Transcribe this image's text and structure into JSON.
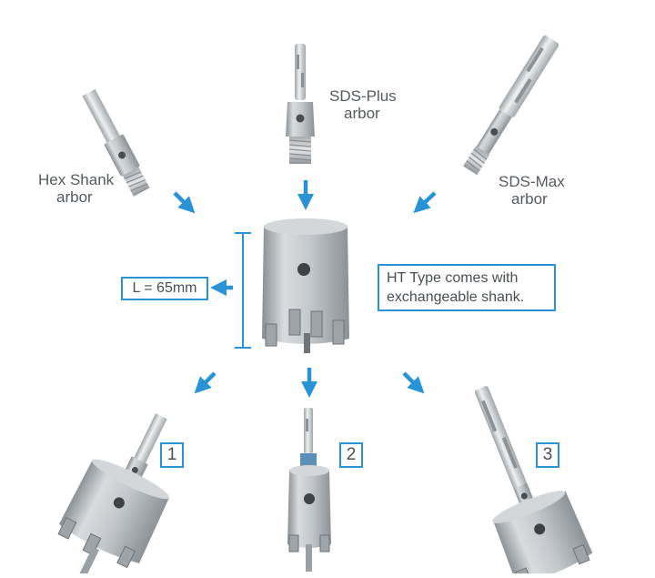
{
  "labels": {
    "sds_plus": [
      "SDS-Plus",
      "arbor"
    ],
    "hex_shank": [
      "Hex Shank",
      "arbor"
    ],
    "sds_max": [
      "SDS-Max",
      "arbor"
    ]
  },
  "length_label": "L = 65mm",
  "ht_note": [
    "HT Type comes with",
    "exchangeable shank."
  ],
  "numbers": [
    "1",
    "2",
    "3"
  ],
  "colors": {
    "accent": "#2a93d5",
    "text": "#555a60",
    "steel_light": "#e3e5e6",
    "steel_mid": "#b9bdc0",
    "steel_dark": "#7d8286"
  },
  "icons": [
    "arrow-down-icon",
    "arrow-down-right-icon",
    "arrow-down-left-icon",
    "arrow-left-icon"
  ]
}
